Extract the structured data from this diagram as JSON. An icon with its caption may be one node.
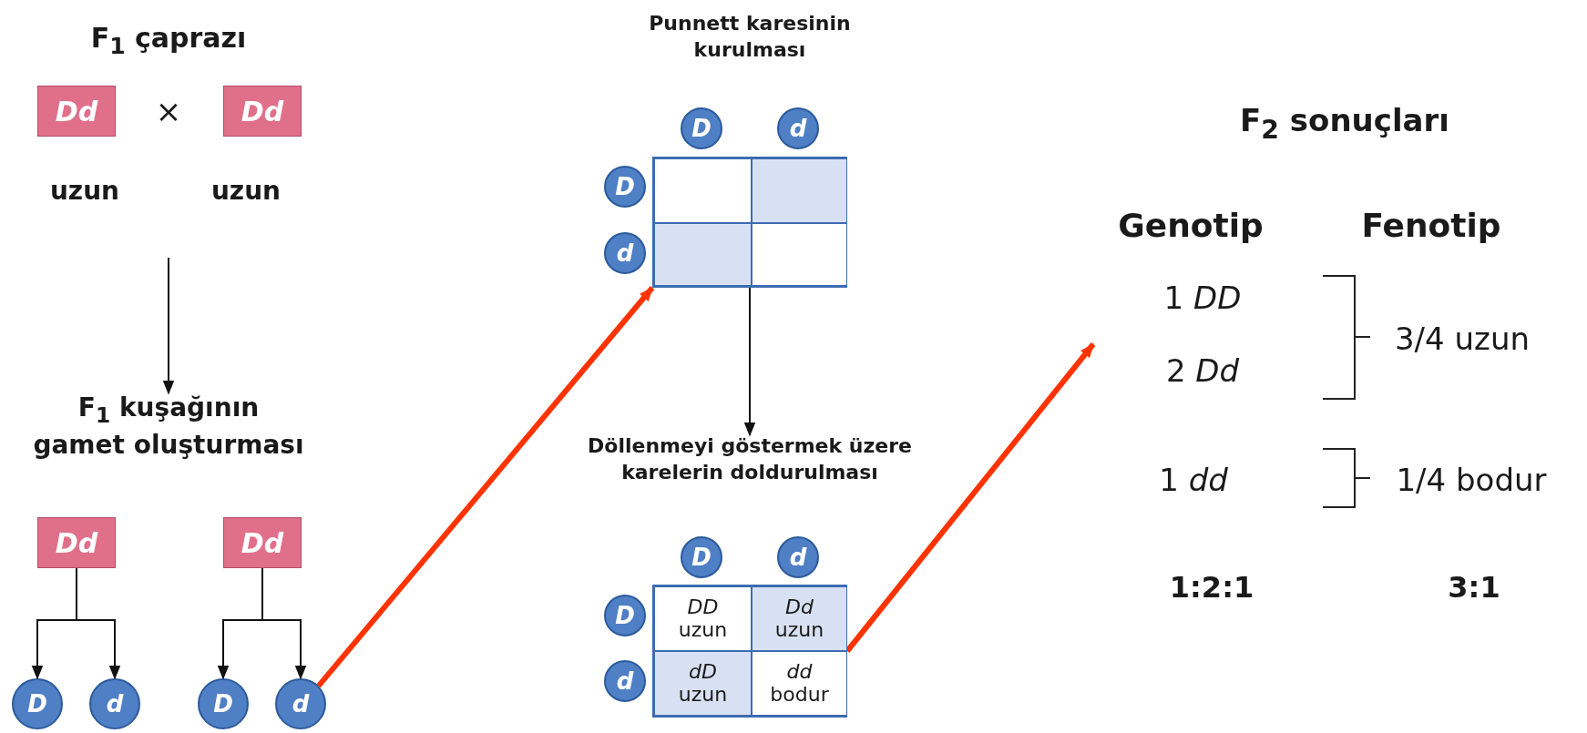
{
  "diagram": {
    "nodes": [
      {
        "text": [
          "Dd"
        ]
      },
      {
        "text": [
          "Dd"
        ]
      },
      {
        "text": [
          "F$_{1}$ kuşağının gamet oluşturması"
        ]
      },
      {
        "text": [
          "Dd"
        ]
      },
      {
        "text": [
          "D"
        ]
      },
      {
        "text": [
          "d"
        ]
      },
      {
        "text": [
          "Dd"
        ]
      },
      {
        "text": [
          "D"
        ]
      },
      {
        "text": [
          "d"
        ]
      },
      {
        "text": [
          "D"
        ]
      },
      {
        "text": [
          "d"
        ]
      },
      {
        "text": [
          "D"
        ]
      },
      {
        "text": [
          "d"
        ]
      },
      {
        "text": [],
        "shape": "box"
      },
      {
        "text": [
          "Döllenmeyi göstermek üzere karelerin doldurulması"
        ]
      },
      {
        "text": [
          "D"
        ]
      },
      {
        "text": [
          "d"
        ]
      },
      {
        "text": [
          "D"
        ]
      },
      {
        "text": [
          "d"
        ]
      },
      {
        "text": [],
        "shape": "box"
      },
      {
        "text": [
          "DD",
          "uzun"
        ],
        "in": 19
      },
      {
        "text": [
          "Dd",
          "uzun"
        ],
        "in": 19
      },
      {
        "text": [
          "dD",
          "uzun"
        ],
        "in": 19
      },
      {
        "text": [
          "dd",
          "bodur"
        ],
        "in": 19
      }
    ],
    "edges": [
      {
        "from": null,
        "to": 2,
        "arrow": "to"
      },
      {
        "from": 3,
        "to": 4,
        "arrow": "to"
      },
      {
        "from": 3,
        "to": 5,
        "arrow": "to"
      },
      {
        "from": 6,
        "to": 7,
        "arrow": "to"
      },
      {
        "from": 6,
        "to": 8,
        "arrow": "to"
      },
      {
        "from": 8,
        "to": 13,
        "arrow": "to",
        "style": "thick",
        "color": "#ff3300"
      },
      {
        "from": 13,
        "to": 14,
        "arrow": "to"
      },
      {
        "from": 19,
        "to": null,
        "arrow": "to",
        "style": "thick",
        "color": "#ff3300"
      }
    ],
    "labels": [
      "F$_{1}$ çaprazı",
      "×",
      "uzun",
      "uzun",
      "Punnett karesinin kurulması",
      "F$_{2}$ sonuçları",
      "Genotip",
      "Fenotip",
      "1 *DD*",
      "2 *Dd*",
      "3/4 uzun",
      "1 *dd*",
      "1/4 bodur",
      "1:2:1",
      "3:1"
    ]
  }
}
